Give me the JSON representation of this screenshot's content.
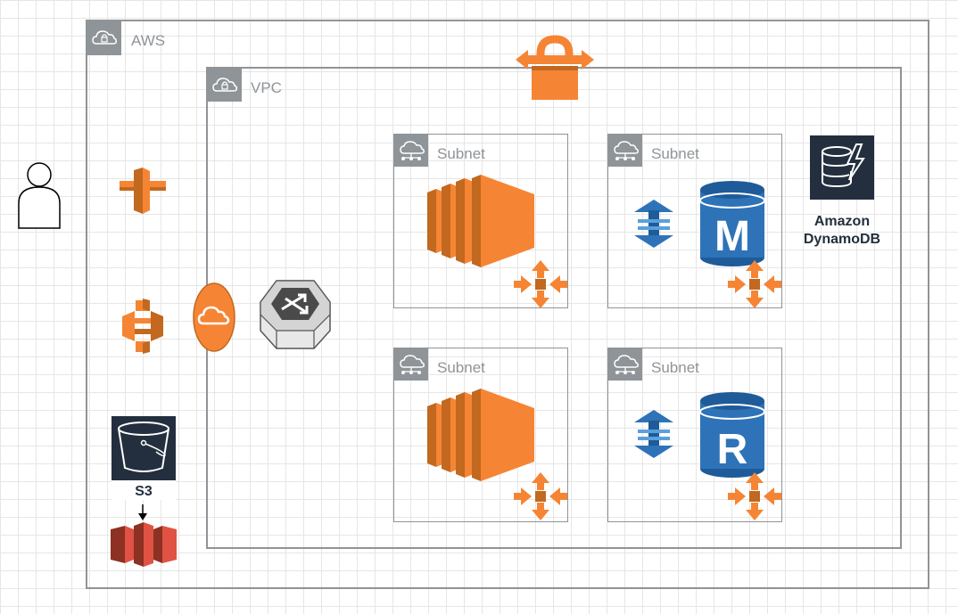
{
  "aws_group": {
    "label": "AWS"
  },
  "vpc_group": {
    "label": "VPC"
  },
  "subnets": [
    {
      "label": "Subnet"
    },
    {
      "label": "Subnet"
    },
    {
      "label": "Subnet"
    },
    {
      "label": "Subnet"
    }
  ],
  "rds_master": {
    "letter": "M"
  },
  "rds_replica": {
    "letter": "R"
  },
  "dynamodb": {
    "line1": "Amazon",
    "line2": "DynamoDB"
  },
  "s3": {
    "label": "S3"
  },
  "colors": {
    "group_border": "#8f9498",
    "orange": "#f58534",
    "orange_dark": "#c2681f",
    "blue": "#2e73b8",
    "navy": "#232f3e",
    "red": "#e05243"
  }
}
